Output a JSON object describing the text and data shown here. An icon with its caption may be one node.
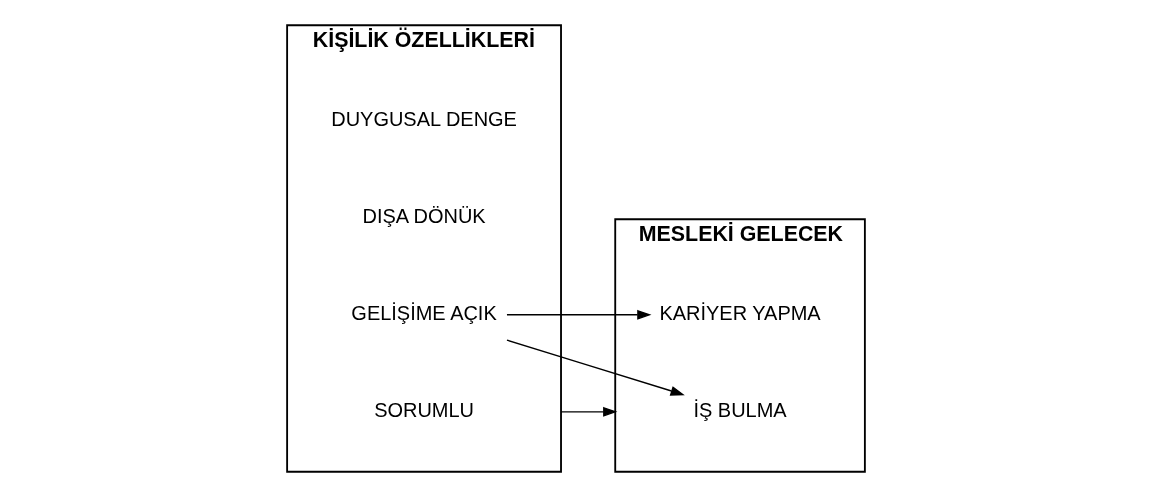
{
  "diagram": {
    "nodes": [
      {
        "text": [
          "KİŞİLİK ÖZELLİKLERİ"
        ]
      },
      {
        "text": [
          "SORUMLU"
        ],
        "in": 0
      },
      {
        "text": [
          "GELİŞİME AÇIK"
        ],
        "in": 0
      },
      {
        "text": [
          "DIŞA DÖNÜK"
        ],
        "in": 0
      },
      {
        "text": [
          "DUYGUSAL DENGE"
        ],
        "in": 0
      },
      {
        "text": [
          "MESLEKİ GELECEK"
        ]
      },
      {
        "text": [
          "İŞ BULMA"
        ],
        "in": 5
      },
      {
        "text": [
          "KARİYER YAPMA"
        ],
        "in": 5
      }
    ],
    "edges": [
      {
        "from": 0,
        "to": 5,
        "arrow": "to"
      },
      {
        "from": 2,
        "to": 6,
        "arrow": "to"
      },
      {
        "from": 2,
        "to": 7,
        "arrow": "to"
      }
    ]
  }
}
